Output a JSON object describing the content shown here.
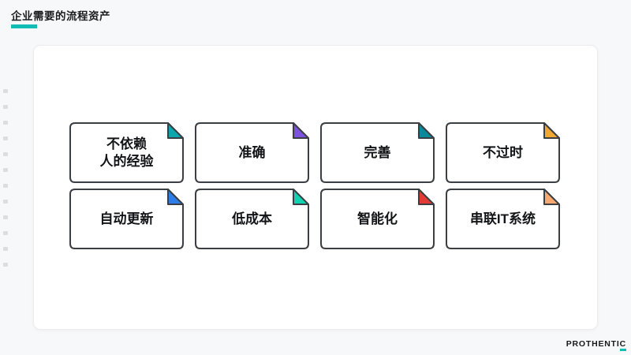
{
  "page": {
    "title": "企业需要的流程资产",
    "accent_color": "#14bcb6"
  },
  "cards": [
    {
      "label": "不依赖\n人的经验",
      "fold_color": "#0ba7ad"
    },
    {
      "label": "准确",
      "fold_color": "#7d52dd"
    },
    {
      "label": "完善",
      "fold_color": "#0a8a99"
    },
    {
      "label": "不过时",
      "fold_color": "#f0a830"
    },
    {
      "label": "自动更新",
      "fold_color": "#2d7ce8"
    },
    {
      "label": "低成本",
      "fold_color": "#10d2b0"
    },
    {
      "label": "智能化",
      "fold_color": "#e23a34"
    },
    {
      "label": "串联IT系统",
      "fold_color": "#f6aa72"
    }
  ],
  "brand": {
    "logo_main": "PROTHENTI",
    "logo_last": "C"
  }
}
